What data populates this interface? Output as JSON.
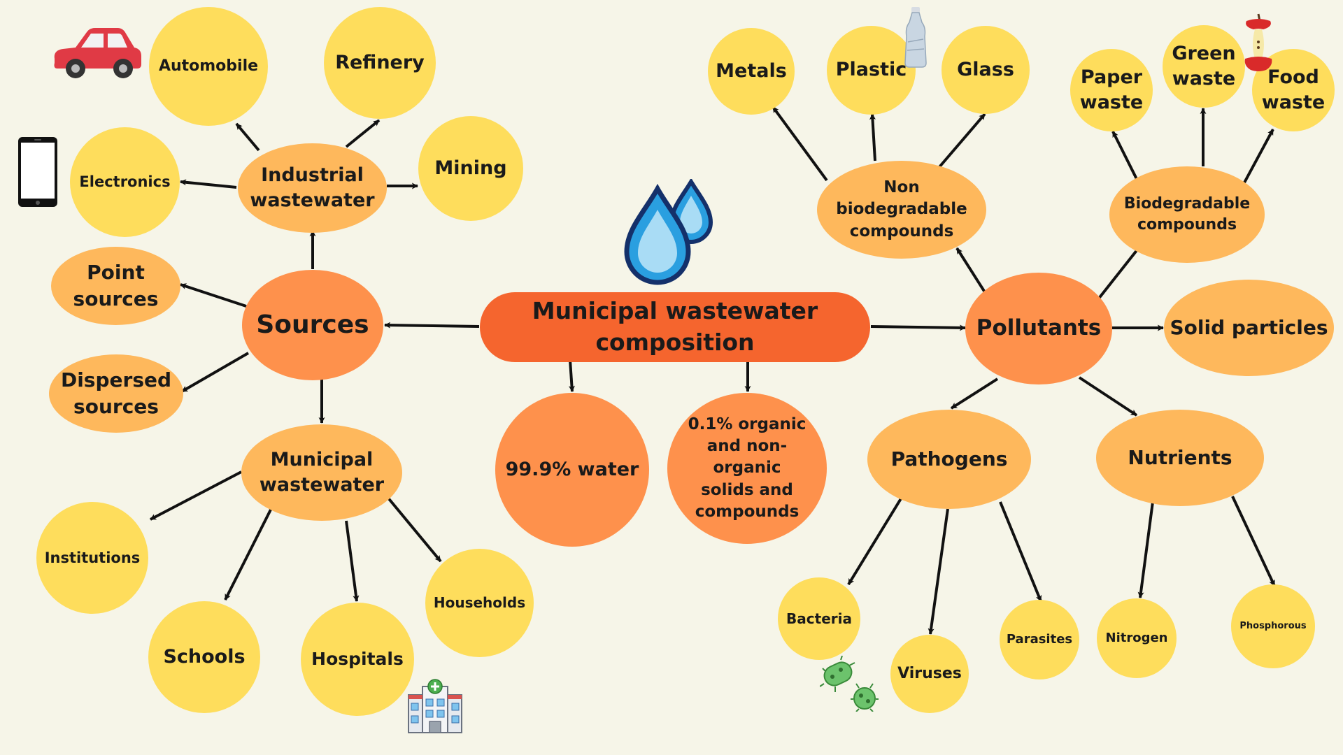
{
  "center": {
    "title": "Municipal wastewater composition"
  },
  "composition": {
    "water": "99.9% water",
    "solids": "0.1% organic and non-organic solids and compounds"
  },
  "sources": {
    "label": "Sources",
    "point": "Point sources",
    "dispersed": "Dispersed sources",
    "industrial": {
      "label": "Industrial wastewater",
      "automobile": "Automobile",
      "refinery": "Refinery",
      "electronics": "Electronics",
      "mining": "Mining"
    },
    "municipal": {
      "label": "Municipal wastewater",
      "institutions": "Institutions",
      "schools": "Schools",
      "hospitals": "Hospitals",
      "households": "Households"
    }
  },
  "pollutants": {
    "label": "Pollutants",
    "solid": "Solid particles",
    "non_bio": {
      "label": "Non biodegradable compounds",
      "metals": "Metals",
      "plastic": "Plastic",
      "glass": "Glass"
    },
    "bio": {
      "label": "Biodegradable compounds",
      "paper": "Paper waste",
      "green": "Green waste",
      "food": "Food waste"
    },
    "pathogens": {
      "label": "Pathogens",
      "bacteria": "Bacteria",
      "viruses": "Viruses",
      "parasites": "Parasites"
    },
    "nutrients": {
      "label": "Nutrients",
      "nitrogen": "Nitrogen",
      "phosphorous": "Phosphorous"
    }
  },
  "colors": {
    "center": "#f5652e",
    "primary": "#fe914c",
    "secondary": "#feb85c",
    "leaf": "#fedd5c",
    "background": "#f6f5e8",
    "arrow": "#111111",
    "water_drop": "#2a9fe0"
  },
  "icons": [
    "car-icon",
    "smartphone-icon",
    "water-drops-icon",
    "plastic-bottle-icon",
    "apple-core-icon",
    "bacteria-icon",
    "hospital-icon"
  ]
}
